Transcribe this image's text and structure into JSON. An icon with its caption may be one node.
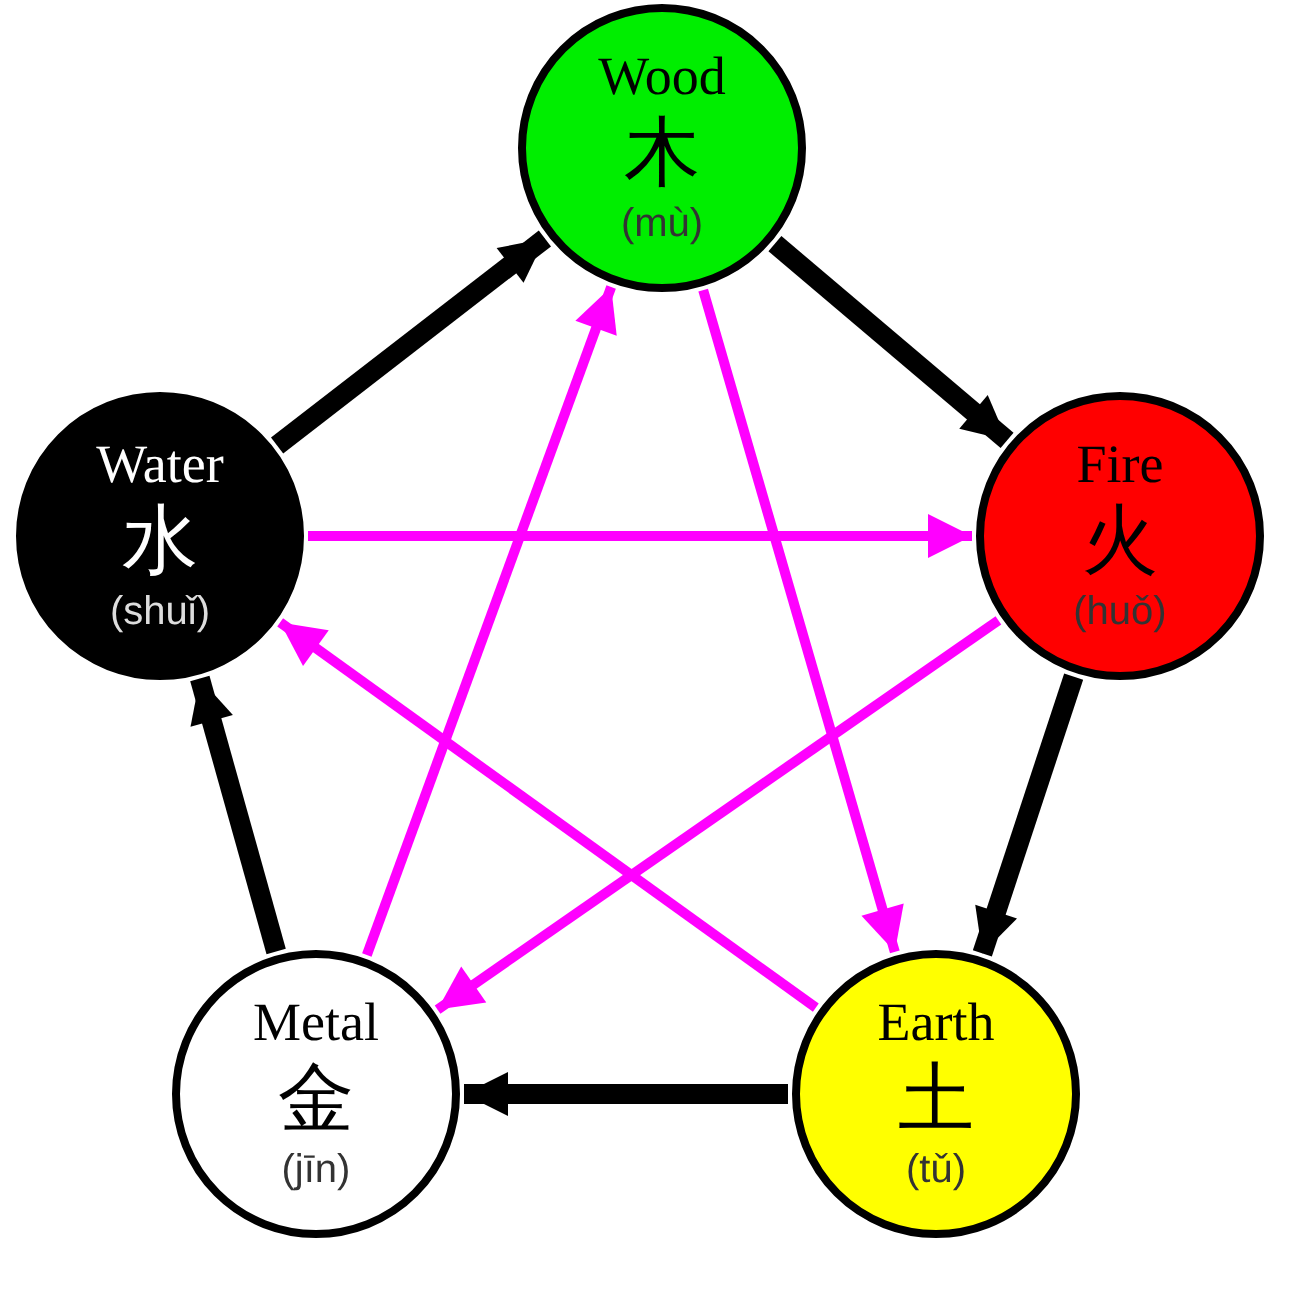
{
  "diagram": {
    "nodes": [
      {
        "text": [
          "Wood",
          "木",
          "(mù)"
        ]
      },
      {
        "text": [
          "Fire",
          "火",
          "(huǒ)"
        ]
      },
      {
        "text": [
          "Earth",
          "土",
          "(tǔ)"
        ]
      },
      {
        "text": [
          "Metal",
          "金",
          "(jīn)"
        ]
      },
      {
        "text": [
          "Water",
          "水",
          "(shuǐ)"
        ]
      }
    ],
    "edges": [
      {
        "from": 0,
        "to": 1,
        "arrow": "to",
        "style": "thick",
        "color": "#000000"
      },
      {
        "from": 1,
        "to": 2,
        "arrow": "to",
        "style": "thick",
        "color": "#000000"
      },
      {
        "from": 2,
        "to": 3,
        "arrow": "to",
        "style": "thick",
        "color": "#000000"
      },
      {
        "from": 3,
        "to": 4,
        "arrow": "to",
        "style": "thick",
        "color": "#000000"
      },
      {
        "from": 4,
        "to": 0,
        "arrow": "to",
        "style": "thick",
        "color": "#000000"
      },
      {
        "from": 0,
        "to": 2,
        "arrow": "to",
        "color": "#ff00ff"
      },
      {
        "from": 2,
        "to": 4,
        "arrow": "to",
        "color": "#ff00ff"
      },
      {
        "from": 4,
        "to": 1,
        "arrow": "to",
        "color": "#ff00ff"
      },
      {
        "from": 1,
        "to": 3,
        "arrow": "to",
        "color": "#ff00ff"
      },
      {
        "from": 3,
        "to": 0,
        "arrow": "to",
        "color": "#ff00ff"
      }
    ]
  }
}
